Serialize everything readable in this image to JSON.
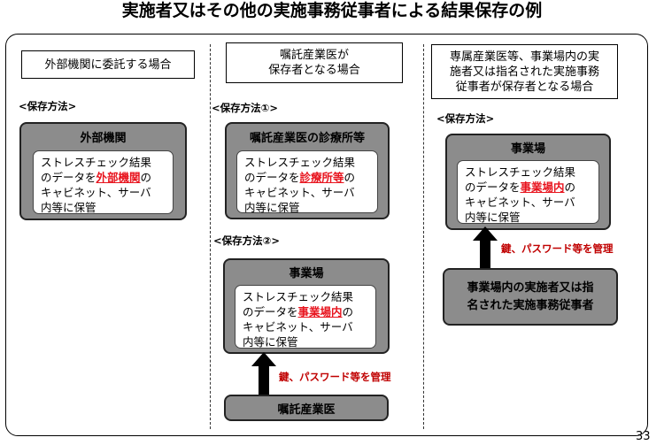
{
  "title": "実施者又はその他の実施事務従事者による結果保存の例",
  "page_number": "33",
  "columns": [
    {
      "header": "外部機関に委託する場合",
      "method": "<保存方法>",
      "box": {
        "title": "外部機関",
        "line1": "ストレスチェック結果",
        "line2_pre": "のデータを",
        "line2_hl": "外部機関",
        "line2_post": "の",
        "line3": "キャビネット、サーバ",
        "line4": "内等に保管"
      }
    },
    {
      "header_line1": "嘱託産業医が",
      "header_line2": "保存者となる場合",
      "method1": "<保存方法①>",
      "box1": {
        "title": "嘱託産業医の診療所等",
        "line1": "ストレスチェック結果",
        "line2_pre": "のデータを",
        "line2_hl": "診療所等",
        "line2_post": "の",
        "line3": "キャビネット、サーバ",
        "line4": "内等に保管"
      },
      "method2": "<保存方法②>",
      "box2": {
        "title": "事業場",
        "line1": "ストレスチェック結果",
        "line2_pre": "のデータを",
        "line2_hl": "事業場内",
        "line2_post": "の",
        "line3": "キャビネット、サーバ",
        "line4": "内等に保管"
      },
      "arrow_label": "鍵、パスワード等を管理",
      "bottom_box": "嘱託産業医"
    },
    {
      "header_line1": "専属産業医等、事業場内の実",
      "header_line2": "施者又は指名された実施事務",
      "header_line3": "従事者が保存者となる場合",
      "method": "<保存方法>",
      "box": {
        "title": "事業場",
        "line1": "ストレスチェック結果",
        "line2_pre": "のデータを",
        "line2_hl": "事業場内",
        "line2_post": "の",
        "line3": "キャビネット、サーバ",
        "line4": "内等に保管"
      },
      "arrow_label": "鍵、パスワード等を管理",
      "bottom_box_line1": "事業場内の実施者又は指",
      "bottom_box_line2": "名された実施事務従事者"
    }
  ]
}
